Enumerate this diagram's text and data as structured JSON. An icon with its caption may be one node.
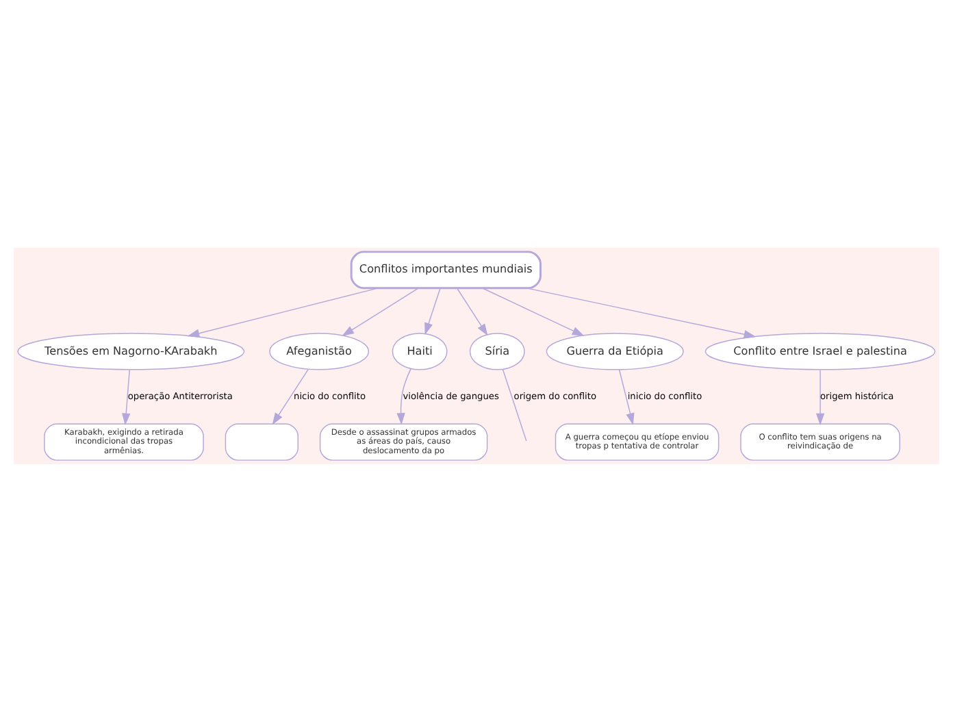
{
  "diagram": {
    "nodes": [
      {
        "text": [
          "Conflitos importantes mundiais"
        ]
      },
      {
        "text": [
          "Tensões em Nagorno-KArabakh"
        ]
      },
      {
        "text": [
          "Karabakh, exigindo a retirada incondicional das tropas armênias."
        ]
      },
      {
        "text": [
          "Afeganistão"
        ]
      },
      {
        "text": [],
        "shape": "box"
      },
      {
        "text": [
          "Haiti"
        ]
      },
      {
        "text": [
          "Desde o assassinat grupos armados as áreas do país, causo deslocamento da po"
        ]
      },
      {
        "text": [
          "Síria"
        ]
      },
      {
        "text": [
          "Guerra da Etiópia"
        ]
      },
      {
        "text": [
          "A guerra começou qu etíope enviou tropas p tentativa de controlar"
        ]
      },
      {
        "text": [
          "Conflito entre Israel e palestina"
        ]
      },
      {
        "text": [
          "O conflito tem suas origens na reivindicação de"
        ]
      }
    ],
    "edges": [
      {
        "from": 0,
        "to": 1,
        "arrow": "to"
      },
      {
        "from": 1,
        "to": 2,
        "arrow": "to",
        "label": "operação Antiterrorista"
      },
      {
        "from": 0,
        "to": 3,
        "arrow": "to"
      },
      {
        "from": 3,
        "to": 4,
        "arrow": "to",
        "label": "nicio do conflito"
      },
      {
        "from": 0,
        "to": 5,
        "arrow": "to"
      },
      {
        "from": 5,
        "to": 6,
        "arrow": "to",
        "label": "violência de gangues"
      },
      {
        "from": 0,
        "to": 7,
        "arrow": "to"
      },
      {
        "from": 7,
        "to": null,
        "arrow": "none",
        "label": "origem do conflito"
      },
      {
        "from": 0,
        "to": 8,
        "arrow": "to"
      },
      {
        "from": 8,
        "to": 9,
        "arrow": "to",
        "label": "inicio do conflito"
      },
      {
        "from": 0,
        "to": 10,
        "arrow": "to"
      },
      {
        "from": 10,
        "to": 11,
        "arrow": "to",
        "label": "origem histórica"
      }
    ]
  }
}
